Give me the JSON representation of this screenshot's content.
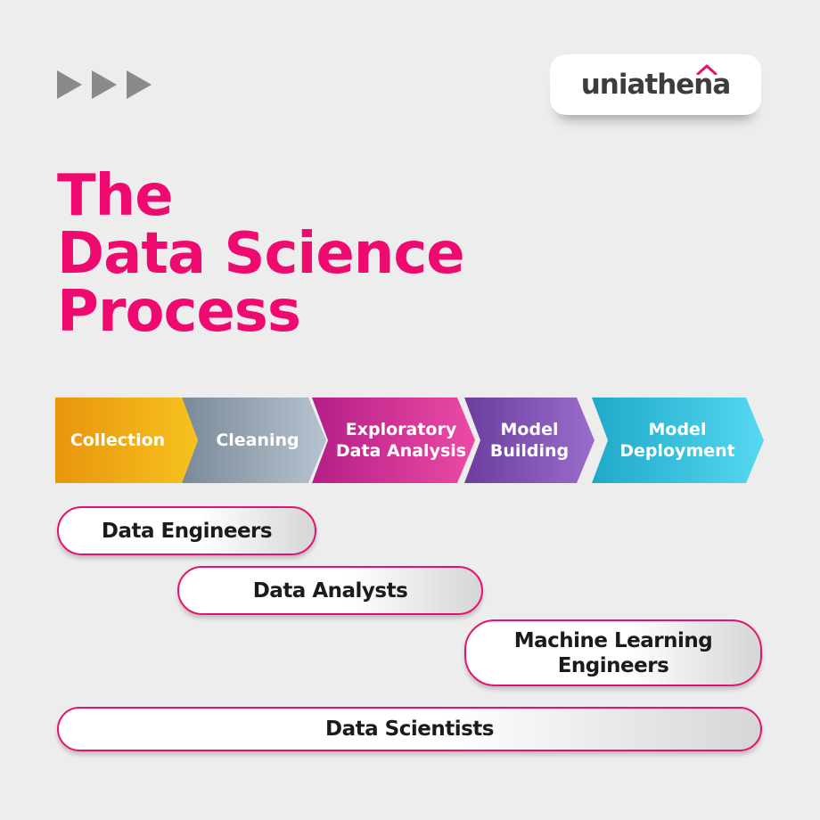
{
  "header": {
    "nav_icon": "triple-forward-arrows",
    "logo": {
      "text": "uniathena",
      "accent_color": "#e3146f"
    }
  },
  "title": {
    "lines": [
      "The",
      "Data Science",
      "Process"
    ],
    "color": "#ee0a6f"
  },
  "process_steps": [
    {
      "label": "Collection",
      "color_start": "#e9950c",
      "color_end": "#f6c21f"
    },
    {
      "label": "Cleaning",
      "color_start": "#7b8a99",
      "color_end": "#b6c3d0"
    },
    {
      "label": "Exploratory\nData Analysis",
      "color_start": "#b41f86",
      "color_end": "#ec4aa5"
    },
    {
      "label": "Model\nBuilding",
      "color_start": "#6b3d9d",
      "color_end": "#9a6dcc"
    },
    {
      "label": "Model\nDeployment",
      "color_start": "#1fa9c9",
      "color_end": "#56d8f0"
    }
  ],
  "roles": [
    {
      "label": "Data Engineers"
    },
    {
      "label": "Data Analysts"
    },
    {
      "label": "Machine Learning\nEngineers"
    },
    {
      "label": "Data Scientists"
    }
  ]
}
